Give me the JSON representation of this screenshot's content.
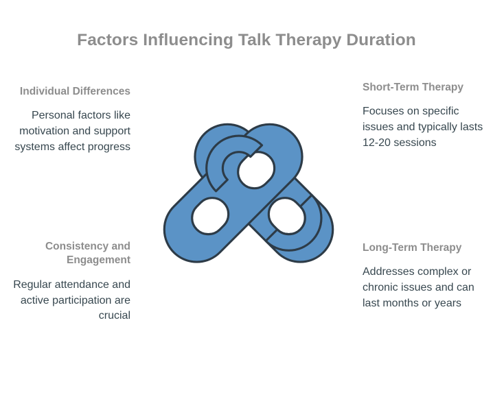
{
  "page": {
    "title": "Factors Influencing Talk Therapy Duration",
    "background_color": "#ffffff"
  },
  "theme": {
    "heading_color": "#8d8d8d",
    "body_text_color": "#37474f",
    "knot_fill_color": "#5b93c6",
    "knot_stroke_color": "#2d3b47"
  },
  "graphic": {
    "name": "celtic-interlocking-knot",
    "description": "Two interlocking rounded strands forming a four-lobed Celtic knot"
  },
  "blocks": {
    "individual_differences": {
      "heading": "Individual Differences",
      "body": "Personal factors like motivation and support systems affect progress"
    },
    "consistency_engagement": {
      "heading": "Consistency and Engagement",
      "body": "Regular attendance and active participation are crucial"
    },
    "short_term_therapy": {
      "heading": "Short-Term Therapy",
      "body": "Focuses on specific issues and typically lasts 12-20 sessions"
    },
    "long_term_therapy": {
      "heading": "Long-Term Therapy",
      "body": "Addresses complex or chronic issues and can last months or years"
    }
  }
}
